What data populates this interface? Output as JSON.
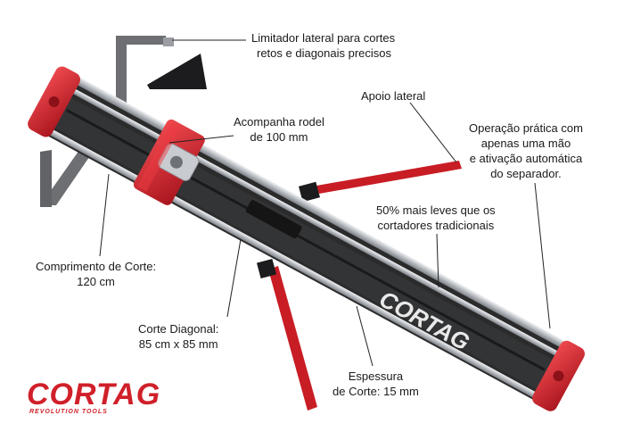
{
  "callouts": {
    "limitador": [
      "Limitador lateral para cortes",
      "retos e diagonais precisos"
    ],
    "apoio": [
      "Apoio lateral"
    ],
    "rodel": [
      "Acompanha rodel",
      "de 100 mm"
    ],
    "operacao": [
      "Operação prática com",
      "apenas uma mão",
      "e ativação automática",
      "do separador."
    ],
    "leves": [
      "50% mais leves que os",
      "cortadores tradicionais"
    ],
    "comprimento": [
      "Comprimento de Corte:",
      "120 cm"
    ],
    "diagonal": [
      "Corte Diagonal:",
      "85 cm x 85 mm"
    ],
    "espessura": [
      "Espessura",
      "de Corte: 15 mm"
    ]
  },
  "brand": {
    "name": "CORTAG",
    "tagline": "REVOLUTION TOOLS",
    "product_mark": "CORTAG"
  },
  "colors": {
    "brand_red": "#d0202a",
    "body_dark": "#2b2b2b",
    "rail_silver": "#c9ccd0"
  }
}
